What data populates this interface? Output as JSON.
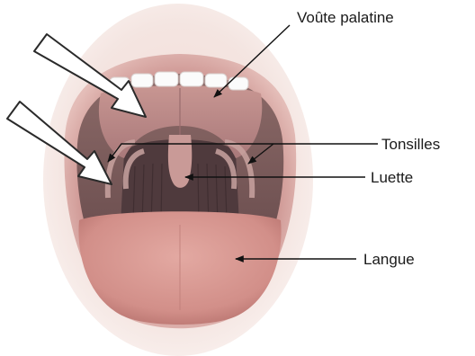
{
  "labels": {
    "palate": "Voûte palatine",
    "tonsils": "Tonsilles",
    "uvula": "Luette",
    "tongue": "Langue"
  },
  "colors": {
    "face": "#f4e7e3",
    "lip": "#d8a9a5",
    "cavity": "#7a5a5a",
    "throat": "#4a3438",
    "tongue": "#d99a94",
    "teeth": "#fbfbfb",
    "arrow_fill": "#ffffff",
    "arrow_stroke": "#2a2a2a",
    "leader": "#111111"
  }
}
